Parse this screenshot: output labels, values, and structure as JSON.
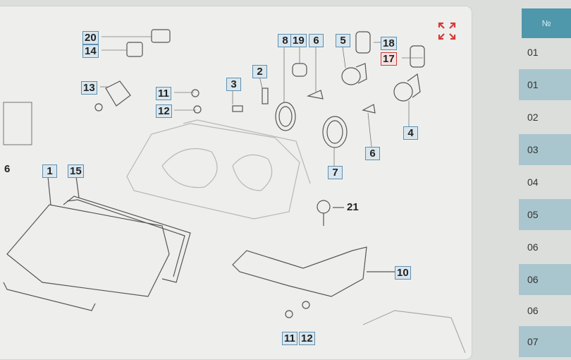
{
  "diagram": {
    "callouts": [
      {
        "label": "20",
        "selected": false
      },
      {
        "label": "14",
        "selected": false
      },
      {
        "label": "13",
        "selected": false
      },
      {
        "label": "11",
        "selected": false
      },
      {
        "label": "12",
        "selected": false
      },
      {
        "label": "3",
        "selected": false
      },
      {
        "label": "2",
        "selected": false
      },
      {
        "label": "8",
        "selected": false
      },
      {
        "label": "19",
        "selected": false
      },
      {
        "label": "6",
        "selected": false
      },
      {
        "label": "5",
        "selected": false
      },
      {
        "label": "18",
        "selected": false
      },
      {
        "label": "17",
        "selected": true
      },
      {
        "label": "4",
        "selected": false
      },
      {
        "label": "6",
        "selected": false
      },
      {
        "label": "7",
        "selected": false
      },
      {
        "label": "1",
        "selected": false
      },
      {
        "label": "15",
        "selected": false
      },
      {
        "label": "10",
        "selected": false
      },
      {
        "label": "11",
        "selected": false
      },
      {
        "label": "12",
        "selected": false
      }
    ],
    "plain_labels": [
      "21",
      "6"
    ],
    "expand_icon": "expand-icon",
    "accent": "#d23a3a"
  },
  "number_column": {
    "header": "№",
    "rows": [
      "01",
      "01",
      "02",
      "03",
      "04",
      "05",
      "06",
      "06",
      "06",
      "07"
    ],
    "header_color": "#4f97ab"
  }
}
